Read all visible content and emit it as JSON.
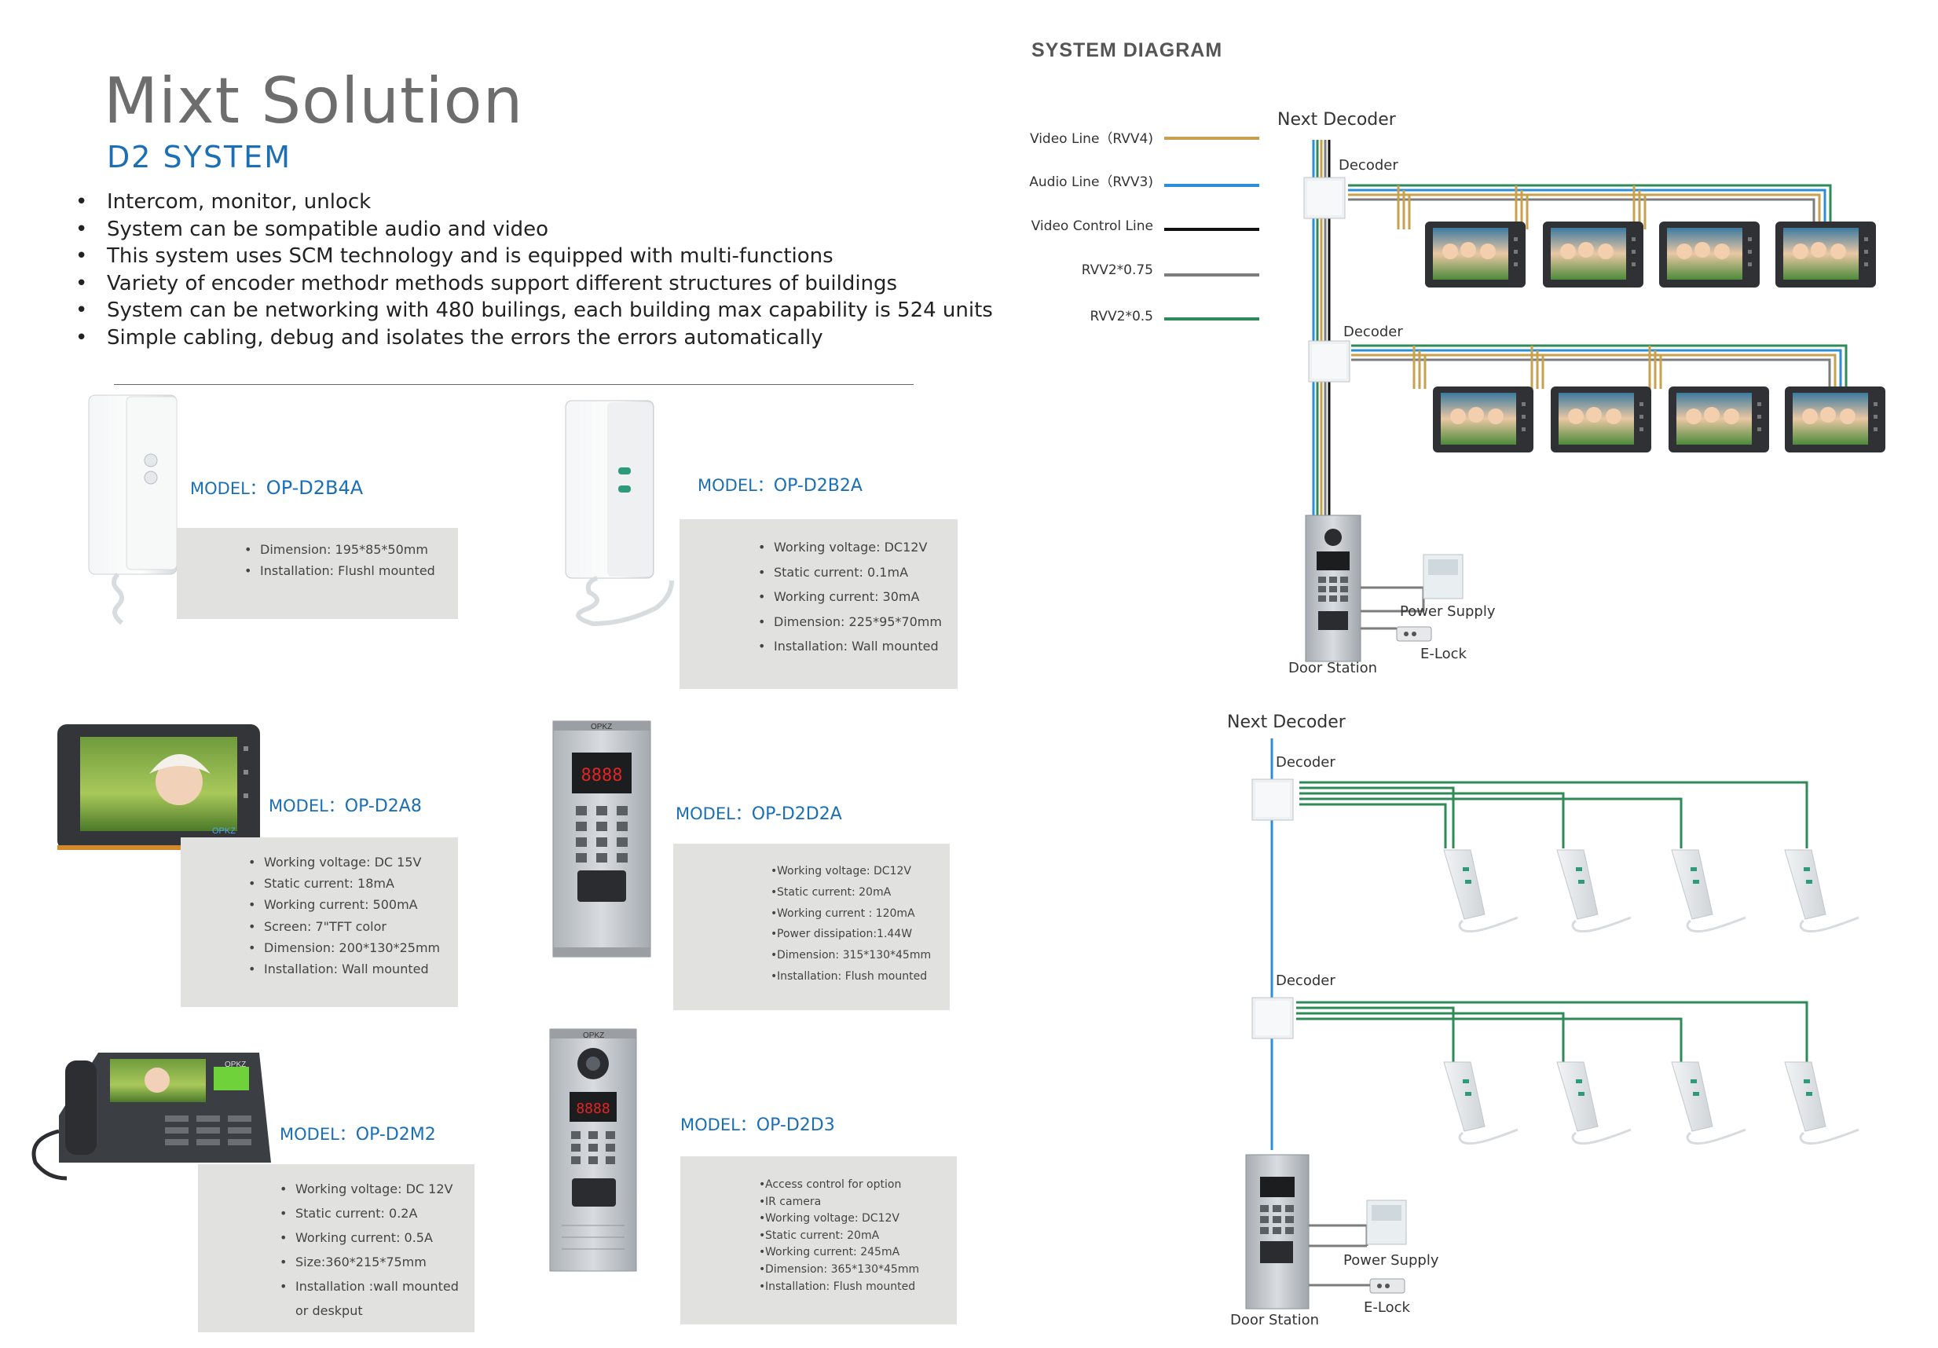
{
  "title": "Mixt Solution",
  "subtitle": "D2 SYSTEM",
  "features": [
    "Intercom, monitor, unlock",
    "System can be sompatible audio and video",
    "This system uses SCM technology and is equipped with multi-functions",
    "Variety of encoder methodr methods support different structures of buildings",
    "System can be networking with 480 builings, each building max capability is 524 units",
    "Simple cabling, debug and isolates the errors the errors automatically"
  ],
  "bullet_char": "•",
  "model_prefix": "MODEL：",
  "products": [
    {
      "model": "OP-D2B4A",
      "specs": [
        "Dimension: 195*85*50mm",
        "Installation: Flushl mounted"
      ]
    },
    {
      "model": "OP-D2B2A",
      "specs": [
        "Working voltage: DC12V",
        "Static current: 0.1mA",
        "Working current: 30mA",
        "Dimension: 225*95*70mm",
        "Installation: Wall mounted"
      ]
    },
    {
      "model": "OP-D2A8",
      "specs": [
        "Working voltage: DC 15V",
        "Static current: 18mA",
        "Working current: 500mA",
        "Screen: 7\"TFT color",
        "Dimension: 200*130*25mm",
        "Installation: Wall mounted"
      ]
    },
    {
      "model": "OP-D2D2A",
      "specs": [
        "Working voltage: DC12V",
        "Static current: 20mA",
        "Working current : 120mA",
        "Power dissipation:1.44W",
        "Dimension: 315*130*45mm",
        "Installation: Flush  mounted"
      ]
    },
    {
      "model": "OP-D2M2",
      "specs": [
        "Working voltage: DC 12V",
        "Static current: 0.2A",
        "Working current: 0.5A",
        "Size:360*215*75mm",
        "Installation :wall mounted",
        "or deskput"
      ]
    },
    {
      "model": "OP-D2D3",
      "specs": [
        "Access control for option",
        "IR camera",
        "Working voltage: DC12V",
        "Static current: 20mA",
        "Working current: 245mA",
        "Dimension: 365*130*45mm",
        "Installation: Flush mounted"
      ]
    }
  ],
  "system_diagram": {
    "heading": "SYSTEM DIAGRAM",
    "legend": [
      {
        "label": "Video Line（RVV4)",
        "color": "#c9a04c"
      },
      {
        "label": "Audio Line（RVV3)",
        "color": "#2a8fd6"
      },
      {
        "label": "Video Control Line",
        "color": "#111111"
      },
      {
        "label": "RVV2*0.75",
        "color": "#7c7c7c"
      },
      {
        "label": "RVV2*0.5",
        "color": "#2e8b57"
      }
    ],
    "next_decoder": "Next Decoder",
    "decoder": "Decoder",
    "power_supply": "Power Supply",
    "e_lock": "E-Lock",
    "door_station": "Door Station"
  },
  "device_brand": "OPKZ",
  "display_digits": "8888"
}
